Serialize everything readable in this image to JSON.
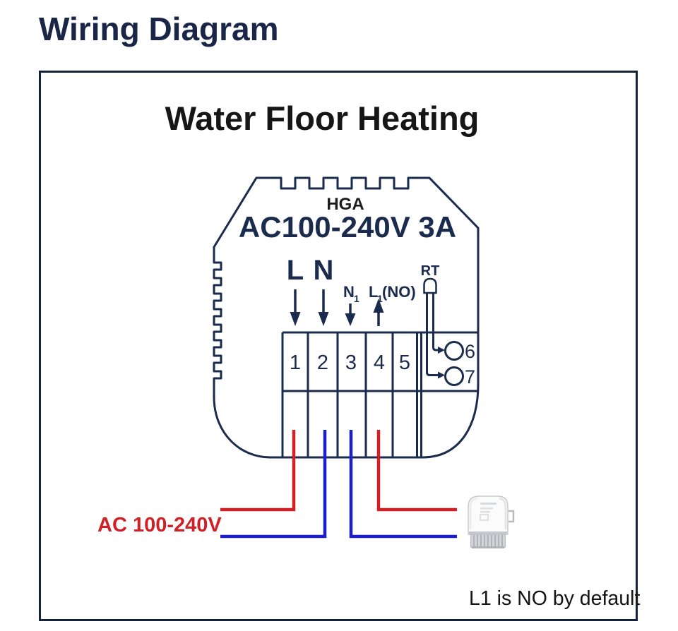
{
  "page": {
    "title": "Wiring Diagram"
  },
  "diagram": {
    "heading": "Water Floor Heating",
    "device": {
      "model": "HGA",
      "rating": "AC100-240V 3A",
      "sensor_label": "RT",
      "input_labels": {
        "l": "L",
        "n": "N",
        "n1_main": "N",
        "n1_sub": "1",
        "l1_main": "L",
        "l1_sub": "1",
        "l1_suffix": "(NO)"
      },
      "terminal_numbers": [
        "1",
        "2",
        "3",
        "4",
        "5"
      ],
      "aux_terminal_numbers": [
        "6",
        "7"
      ]
    },
    "power_label": "AC 100-240V",
    "note": "L1 is NO by default",
    "colors": {
      "outline_navy": "#1a2b4d",
      "title_navy": "#192647",
      "live_wire_red": "#cf2128",
      "neutral_wire_blue": "#1c1ec9"
    }
  }
}
